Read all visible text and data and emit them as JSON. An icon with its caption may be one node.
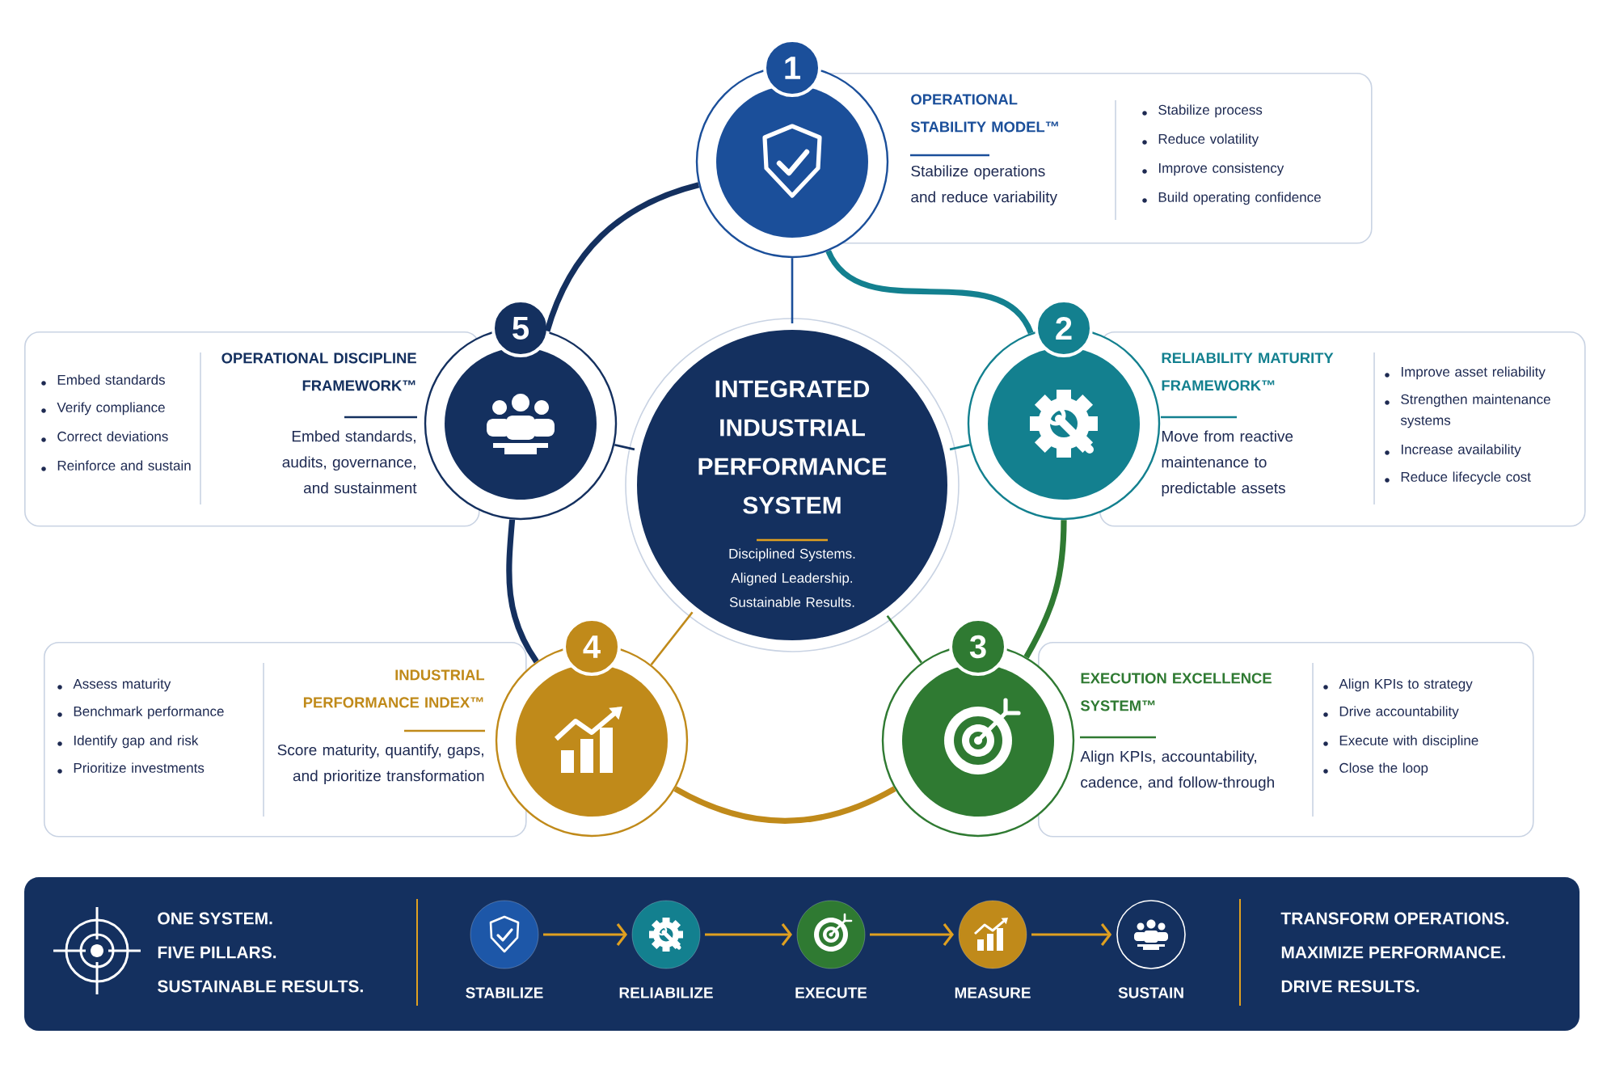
{
  "diagram": {
    "nodes": [
      {
        "text": [
          "1"
        ]
      },
      {
        "text": [
          "OPERATIONAL STABILITY MODEL™",
          "Stabilize operations and reduce variability",
          "Stabilize process",
          "Reduce volatility",
          "Improve consistency",
          "Build operating confidence"
        ]
      },
      {
        "text": [
          "OPERATIONAL DISCIPLINE FRAMEWORK™",
          "Embed standards, audits, governance, and sustainment",
          "Embed standards",
          "Verify compliance",
          "Correct deviations",
          "Reinforce and sustain"
        ]
      },
      {
        "text": [
          "5"
        ]
      },
      {
        "text": [
          "INTEGRATED INDUSTRIAL PERFORMANCE SYSTEM",
          "Disciplined Systems. Aligned Leadership. Sustainable Results."
        ]
      },
      {
        "text": [
          "2"
        ]
      },
      {
        "text": [
          "RELIABILITY MATURITY FRAMEWORK™",
          "Move from reactive maintenance to predictable assets",
          "Improve asset reliability",
          "Strengthen maintenance systems",
          "Increase availability",
          "Reduce lifecycle cost"
        ]
      },
      {
        "text": [
          "INDUSTRIAL PERFORMANCE INDEX™",
          "Score maturity, quantify, gaps, and prioritize transformation",
          "Assess maturity",
          "Benchmark performance",
          "Identify gap and risk",
          "Prioritize investments"
        ]
      },
      {
        "text": [
          "4"
        ]
      },
      {
        "text": [
          "3"
        ]
      },
      {
        "text": [
          "EXECUTION EXCELLENCE SYSTEM™",
          "Align KPIs, accountability, cadence, and follow-through",
          "Align KPIs to strategy",
          "Drive accountability",
          "Execute with discipline",
          "Close the loop"
        ]
      },
      {
        "text": [
          "ONE SYSTEM.",
          "FIVE PILLARS.",
          "SUSTAINABLE RESULTS.",
          "TRANSFORM OPERATIONS.",
          "MAXIMIZE PERFORMANCE.",
          "DRIVE RESULTS."
        ]
      },
      {
        "text": [],
        "shape": "circle",
        "in": 11,
        "beside": [
          "STABILIZE"
        ]
      },
      {
        "text": [],
        "shape": "circle",
        "in": 11,
        "beside": [
          "RELIABILIZE"
        ]
      },
      {
        "text": [],
        "shape": "circle",
        "in": 11,
        "beside": [
          "EXECUTE"
        ]
      },
      {
        "text": [],
        "shape": "circle",
        "in": 11,
        "beside": [
          "MEASURE"
        ]
      },
      {
        "text": [],
        "shape": "circle",
        "in": 11,
        "beside": [
          "SUSTAIN"
        ]
      }
    ],
    "edges": [
      {
        "from": 0,
        "to": 5,
        "arrow": "none",
        "style": "thick",
        "color": "#13808f"
      },
      {
        "from": 5,
        "to": 9,
        "arrow": "none",
        "style": "thick",
        "color": "#2f7a32"
      },
      {
        "from": 9,
        "to": 8,
        "arrow": "none",
        "style": "thick",
        "color": "#c08a1a"
      },
      {
        "from": 8,
        "to": 3,
        "arrow": "none",
        "style": "thick",
        "color": "#14305f"
      },
      {
        "from": 3,
        "to": 0,
        "arrow": "none",
        "style": "thick",
        "color": "#14305f"
      },
      {
        "from": 4,
        "to": 0,
        "arrow": "none",
        "color": "#1b4f9a"
      },
      {
        "from": 4,
        "to": 5,
        "arrow": "none",
        "color": "#13808f"
      },
      {
        "from": 4,
        "to": 9,
        "arrow": "none",
        "color": "#2f7a32"
      },
      {
        "from": 4,
        "to": 8,
        "arrow": "none",
        "color": "#c08a1a"
      },
      {
        "from": 4,
        "to": 3,
        "arrow": "none",
        "color": "#14305f"
      },
      {
        "from": 12,
        "to": 13,
        "arrow": "to",
        "color": "#e0a020"
      },
      {
        "from": 13,
        "to": 14,
        "arrow": "to",
        "color": "#e0a020"
      },
      {
        "from": 14,
        "to": 15,
        "arrow": "to",
        "color": "#e0a020"
      },
      {
        "from": 15,
        "to": 16,
        "arrow": "to",
        "color": "#e0a020"
      }
    ]
  }
}
